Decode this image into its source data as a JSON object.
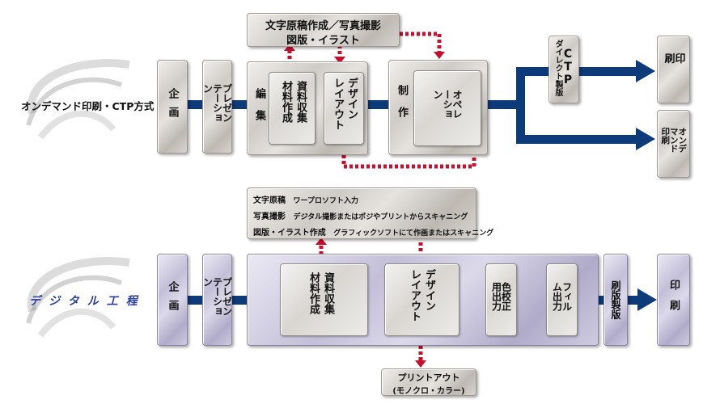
{
  "top": {
    "title": "オンデマンド印刷・CTP方式",
    "planning": "企画",
    "presentation": "プレゼンテーション",
    "source_box": {
      "line1": "文字原稿作成／写真撮影",
      "line2": "図版・イラスト"
    },
    "editing": "編集",
    "materials": {
      "col1": "資料収集",
      "col2": "材料作成"
    },
    "design": {
      "col1": "デザイン",
      "col2": "レイアウト"
    },
    "production": "制作",
    "operation": "オペレーション",
    "ctp": {
      "col1": "CTP",
      "col2": "ダイレクト製版"
    },
    "print": "印刷",
    "ondemand_print": "オンデマンド印刷"
  },
  "bottom": {
    "title": "デジタル工程",
    "planning": "企画",
    "presentation": "プレゼンテーション",
    "info_box": [
      {
        "head": "文字原稿",
        "text": "ワープロソフト入力"
      },
      {
        "head": "写真撮影",
        "text": "デジタル撮影またはポジやプリントからスキャニング"
      },
      {
        "head": "図版・イラスト作成",
        "text": "グラフィックソフトにて作画またはスキャニング"
      }
    ],
    "materials": {
      "col1": "資料収集",
      "col2": "材料作成"
    },
    "design": {
      "col1": "デザイン",
      "col2": "レイアウト"
    },
    "color_proof": "色校正用出力",
    "film_output": "フィルム出力",
    "plate_making": "刷版製版",
    "print": "印刷",
    "printout": {
      "line1": "プリントアウト",
      "line2": "(モノクロ・カラー)"
    }
  },
  "colors": {
    "flow": "#0d3b7a",
    "dots": "#c8102e",
    "marble": "#d7d3ce",
    "lavender": "#c7c3dc"
  }
}
